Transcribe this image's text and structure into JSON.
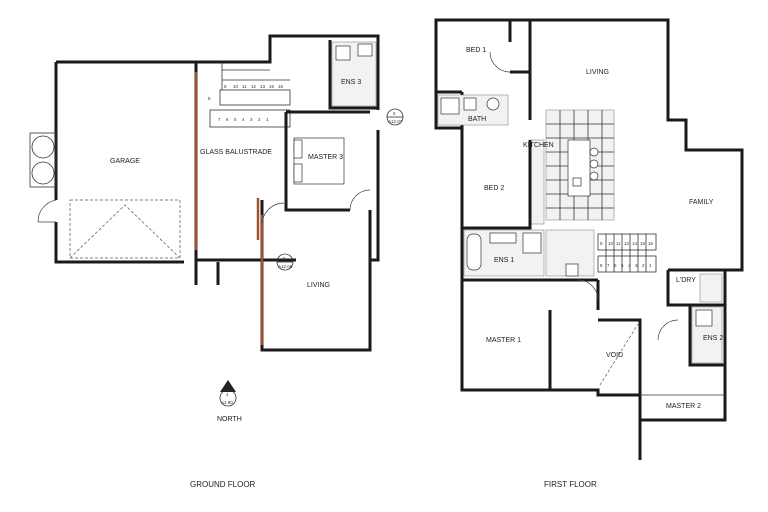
{
  "ground_floor": {
    "caption": "GROUND FLOOR",
    "rooms": {
      "garage": "GARAGE",
      "glass_balustrade": "GLASS BALUSTRADE",
      "master3": "MASTER 3",
      "ens3": "ENS 3",
      "living": "LIVING"
    },
    "stair_upper": [
      "8",
      "9",
      "10",
      "11",
      "12",
      "13",
      "15",
      "16"
    ],
    "stair_lower": [
      "7",
      "6",
      "5",
      "4",
      "3",
      "2",
      "1"
    ],
    "marker_a": {
      "num": "6",
      "ref": "A12.06"
    },
    "marker_b": {
      "num": "5",
      "ref": "A12.07"
    }
  },
  "north": {
    "label": "NORTH",
    "num": "1",
    "ref": "A1.80"
  },
  "first_floor": {
    "caption": "FIRST FLOOR",
    "rooms": {
      "bed1": "BED 1",
      "bath": "BATH",
      "living": "LIVING",
      "kitchen": "KITCHEN",
      "bed2": "BED 2",
      "family": "FAMILY",
      "ens1": "ENS 1",
      "ldry": "L'DRY",
      "ens2": "ENS 2",
      "master1": "MASTER 1",
      "void": "VOID",
      "master2": "MASTER 2"
    },
    "stair_upper": [
      "9",
      "10",
      "11",
      "12",
      "14",
      "15",
      "16"
    ],
    "stair_lower": [
      "8",
      "7",
      "6",
      "5",
      "4",
      "3",
      "2",
      "1"
    ]
  }
}
